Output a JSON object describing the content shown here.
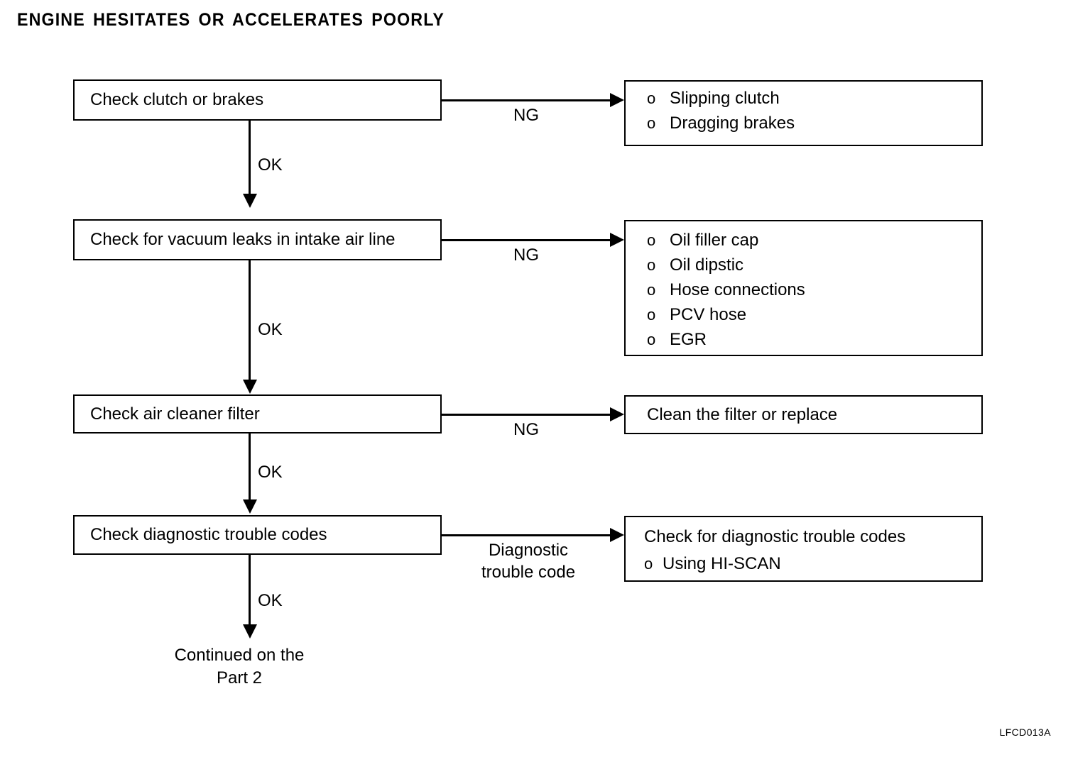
{
  "page": {
    "title": "ENGINE HESITATES OR ACCELERATES POORLY",
    "footer_code": "LFCD013A",
    "ink_color": "#000000",
    "background_color": "#ffffff"
  },
  "flow": {
    "steps": [
      {
        "id": "step-clutch-brakes",
        "label": "Check clutch or brakes",
        "branch_label": "NG",
        "down_label": "OK"
      },
      {
        "id": "step-vacuum-leaks",
        "label": "Check for vacuum leaks in intake air line",
        "branch_label": "NG",
        "down_label": "OK"
      },
      {
        "id": "step-air-cleaner",
        "label": "Check air cleaner filter",
        "branch_label": "NG",
        "down_label": "OK"
      },
      {
        "id": "step-trouble-codes",
        "label": "Check diagnostic trouble codes",
        "branch_label_line1": "Diagnostic",
        "branch_label_line2": "trouble code",
        "down_label": "OK"
      }
    ],
    "results": [
      {
        "id": "result-clutch-brakes",
        "bullet": "o",
        "items": [
          "Slipping clutch",
          "Dragging brakes"
        ]
      },
      {
        "id": "result-vacuum-leaks",
        "bullet": "o",
        "items": [
          "Oil filler cap",
          "Oil dipstic",
          "Hose connections",
          "PCV hose",
          "EGR"
        ]
      },
      {
        "id": "result-air-cleaner",
        "text": "Clean the filter or replace"
      },
      {
        "id": "result-trouble-codes",
        "heading": "Check for diagnostic trouble codes",
        "bullet": "o",
        "items": [
          "Using HI-SCAN"
        ]
      }
    ],
    "terminal": {
      "line1": "Continued on the",
      "line2": "Part 2"
    }
  }
}
